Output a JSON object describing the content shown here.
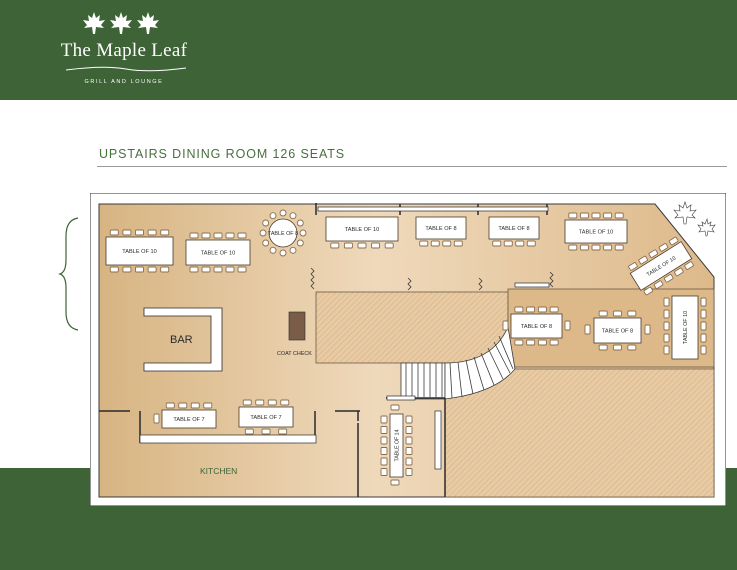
{
  "brand": {
    "name": "The Maple Leaf",
    "tagline": "GRILL AND LOUNGE",
    "logo_icon": "maple-leaf-icon"
  },
  "page": {
    "heading": "UPSTAIRS DINING ROOM 126 SEATS"
  },
  "floor_plan": {
    "areas": {
      "bar": "BAR",
      "coat_check": "COAT CHECK",
      "kitchen": "KITCHEN"
    },
    "tables": [
      {
        "id": "t-10-a",
        "label": "TABLE OF 10"
      },
      {
        "id": "t-10-b",
        "label": "TABLE OF 10"
      },
      {
        "id": "t-8-round",
        "label": "TABLE OF 8"
      },
      {
        "id": "t-10-c",
        "label": "TABLE OF 10"
      },
      {
        "id": "t-8-a",
        "label": "TABLE OF 8"
      },
      {
        "id": "t-8-b",
        "label": "TABLE OF 8"
      },
      {
        "id": "t-10-d",
        "label": "TABLE OF 10"
      },
      {
        "id": "t-10-e",
        "label": "TABLE OF 10"
      },
      {
        "id": "t-8-c",
        "label": "TABLE OF 8"
      },
      {
        "id": "t-8-d",
        "label": "TABLE OF 8"
      },
      {
        "id": "t-10-f",
        "label": "TABLE OF 10"
      },
      {
        "id": "t-7-a",
        "label": "TABLE OF 7"
      },
      {
        "id": "t-7-b",
        "label": "TABLE OF 7"
      },
      {
        "id": "t-14",
        "label": "TABLE OF 14"
      }
    ],
    "colors": {
      "floor": "#d9b888",
      "floor_light": "#efdcc2",
      "wall": "#ffffff",
      "chair": "#8a6e4f",
      "green": "#3e6337"
    }
  }
}
